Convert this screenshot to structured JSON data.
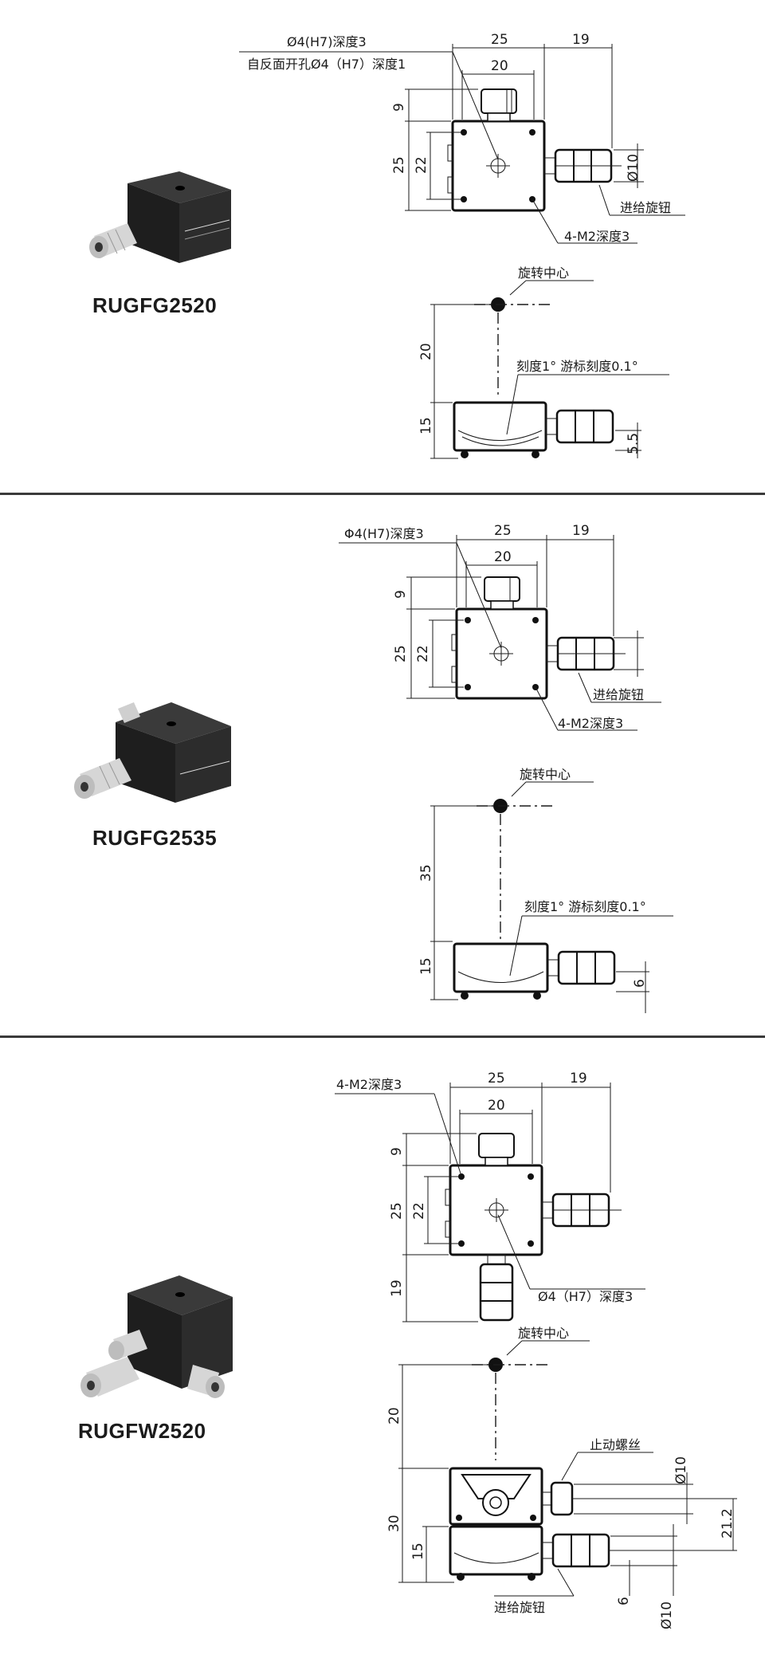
{
  "products": [
    {
      "model": "RUGFG2520",
      "top_view": {
        "hole_note": "Ø4(H7)深度3",
        "hole_note_2": "自反面开孔Ø4（H7）深度1",
        "dim_width": "25",
        "dim_inner": "20",
        "dim_knob": "19",
        "dim_top": "9",
        "dim_height": "25",
        "dim_inner_h": "22",
        "dim_dia": "Ø10",
        "knob_label": "进给旋钮",
        "screw_label": "4-M2深度3"
      },
      "side_view": {
        "center_label": "旋转中心",
        "dim_center": "20",
        "scale_label": "刻度1° 游标刻度0.1°",
        "dim_body": "15",
        "dim_small": "5.5"
      }
    },
    {
      "model": "RUGFG2535",
      "top_view": {
        "hole_note": "Φ4(H7)深度3",
        "dim_width": "25",
        "dim_inner": "20",
        "dim_knob": "19",
        "dim_top": "9",
        "dim_height": "25",
        "dim_inner_h": "22",
        "knob_label": "进给旋钮",
        "screw_label": "4-M2深度3"
      },
      "side_view": {
        "center_label": "旋转中心",
        "dim_center": "35",
        "scale_label": "刻度1° 游标刻度0.1°",
        "dim_body": "15",
        "dim_small": "6"
      }
    },
    {
      "model": "RUGFW2520",
      "top_view": {
        "screw_label": "4-M2深度3",
        "dim_width": "25",
        "dim_inner": "20",
        "dim_knob": "19",
        "dim_top": "9",
        "dim_height": "25",
        "dim_inner_h": "22",
        "dim_bottom": "19",
        "hole_note": "Ø4（H7）深度3"
      },
      "side_view": {
        "center_label": "旋转中心",
        "stop_label": "止动螺丝",
        "dim_center": "20",
        "dim_total": "30",
        "dim_body": "15",
        "dim_dia": "Ø10",
        "dim_dia2": "Ø10",
        "dim_right": "21.2",
        "dim_small": "6",
        "knob_label": "进给旋钮"
      }
    }
  ],
  "colors": {
    "divider": "#3a3a3a",
    "stage_dark": "#242424",
    "knob_silver": "#c9c9c9"
  }
}
